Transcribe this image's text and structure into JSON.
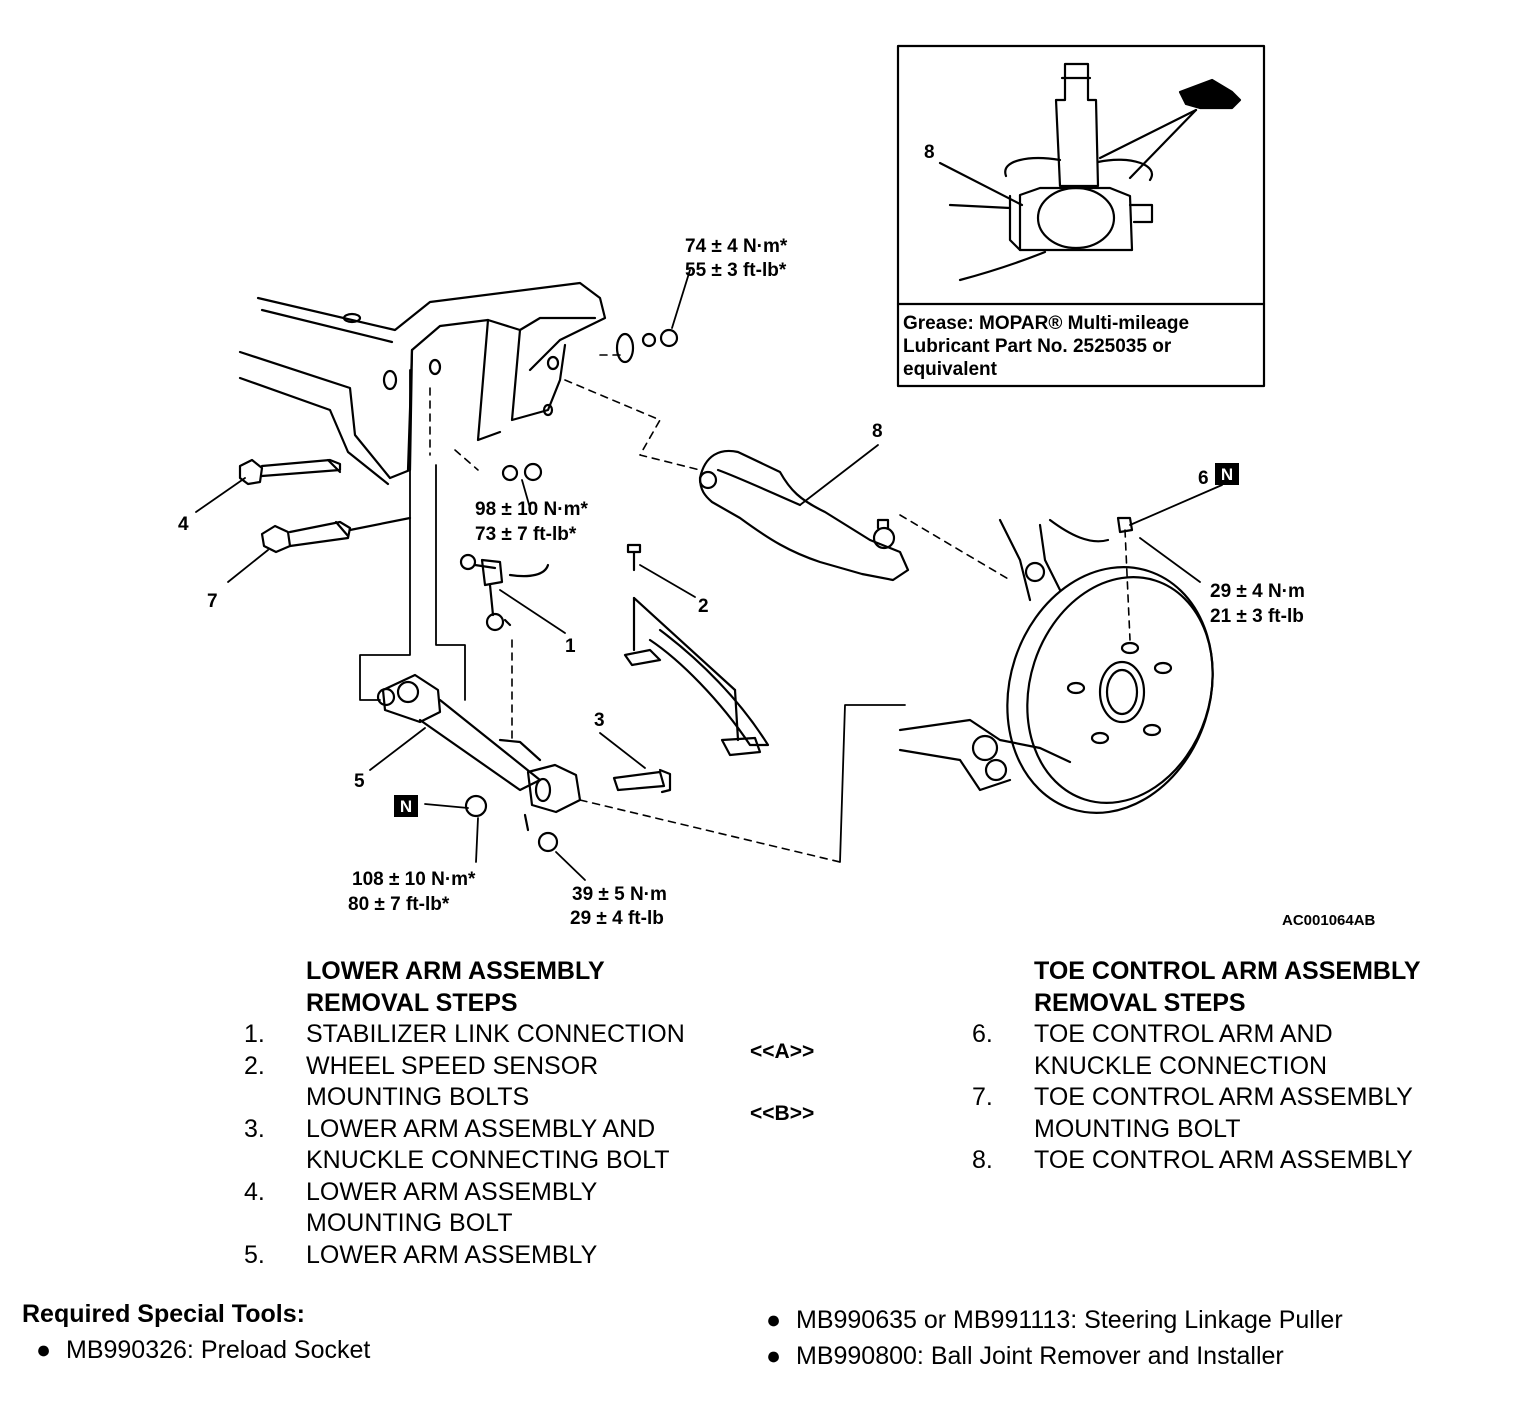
{
  "diagram": {
    "figure_code": "AC001064AB",
    "inset_note": {
      "line1": "Grease: MOPAR® Multi-mileage",
      "line2": "Lubricant Part No. 2525035 or",
      "line3": "equivalent"
    },
    "part_labels": {
      "p1": "1",
      "p2": "2",
      "p3": "3",
      "p4": "4",
      "p5": "5",
      "p6": "6",
      "p7": "7",
      "p8": "8",
      "p8_inset": "8"
    },
    "new_part_mark": "N",
    "torques": {
      "t_top_a": "74 ± 4 N·m*",
      "t_top_b": "55 ± 3 ft-lb*",
      "t_mid_a": "98 ± 10 N·m*",
      "t_mid_b": "73 ± 7 ft-lb*",
      "t_right_a": "29 ± 4 N·m",
      "t_right_b": "21 ± 3 ft-lb",
      "t_bl_a": "108 ± 10 N·m*",
      "t_bl_b": "80 ± 7 ft-lb*",
      "t_bc_a": "39 ± 5 N·m",
      "t_bc_b": "29 ± 4 ft-lb"
    }
  },
  "lower_arm": {
    "heading1": "LOWER ARM ASSEMBLY",
    "heading2": "REMOVAL STEPS",
    "steps": [
      {
        "num": "1.",
        "text": "STABILIZER LINK CONNECTION"
      },
      {
        "num": "2.",
        "text": "WHEEL SPEED SENSOR"
      },
      {
        "num": "",
        "text": "MOUNTING BOLTS"
      },
      {
        "num": "3.",
        "text": "LOWER ARM ASSEMBLY AND"
      },
      {
        "num": "",
        "text": "KNUCKLE CONNECTING BOLT"
      },
      {
        "num": "4.",
        "text": "LOWER ARM ASSEMBLY"
      },
      {
        "num": "",
        "text": "MOUNTING BOLT"
      },
      {
        "num": "5.",
        "text": "LOWER ARM ASSEMBLY"
      }
    ]
  },
  "refs": {
    "a": "<<A>>",
    "b": "<<B>>"
  },
  "toe_arm": {
    "heading1": "TOE CONTROL ARM ASSEMBLY",
    "heading2": "REMOVAL STEPS",
    "steps": [
      {
        "num": "6.",
        "text": "TOE CONTROL ARM AND"
      },
      {
        "num": "",
        "text": "KNUCKLE CONNECTION"
      },
      {
        "num": "7.",
        "text": "TOE CONTROL ARM ASSEMBLY"
      },
      {
        "num": "",
        "text": "MOUNTING BOLT"
      },
      {
        "num": "8.",
        "text": "TOE CONTROL ARM ASSEMBLY"
      }
    ]
  },
  "tools": {
    "title": "Required Special Tools:",
    "bullet": "●",
    "items": [
      "MB990326: Preload Socket",
      "MB990635 or MB991113: Steering Linkage Puller",
      "MB990800: Ball Joint Remover and Installer"
    ]
  }
}
